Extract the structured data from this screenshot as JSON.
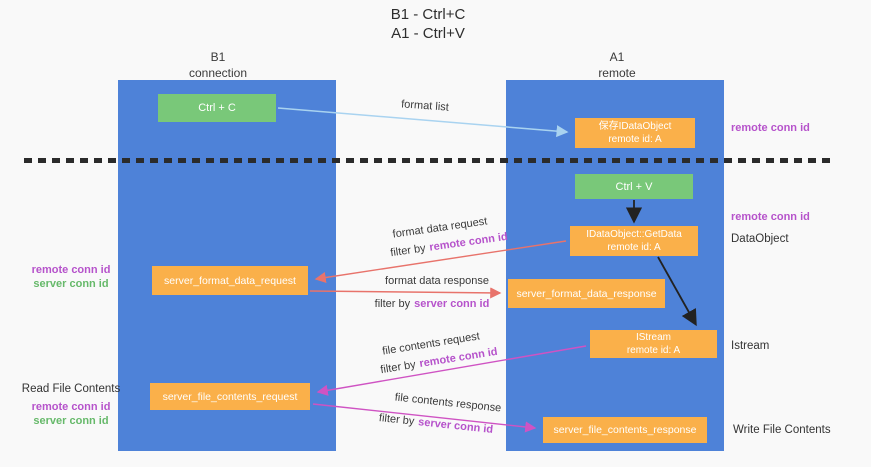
{
  "title": {
    "line1": "B1 - Ctrl+C",
    "line2": "A1 - Ctrl+V"
  },
  "lifelines": {
    "left": {
      "name": "B1",
      "role": "connection"
    },
    "right": {
      "name": "A1",
      "role": "remote"
    }
  },
  "boxes": {
    "ctrl_c": {
      "label": "Ctrl + C"
    },
    "ctrl_v": {
      "label": "Ctrl + V"
    },
    "saved_dataobject": {
      "line1": "保存IDataObject",
      "line2": "remote id: A"
    },
    "idataobject_getdata": {
      "line1": "IDataObject::GetData",
      "line2": "remote id: A"
    },
    "istream": {
      "line1": "IStream",
      "line2": "remote id: A"
    },
    "server_format_data_request": {
      "label": "server_format_data_request"
    },
    "server_format_data_response": {
      "label": "server_format_data_response"
    },
    "server_file_contents_request": {
      "label": "server_file_contents_request"
    },
    "server_file_contents_response": {
      "label": "server_file_contents_response"
    }
  },
  "arrow_labels": {
    "format_list": "format list",
    "format_data_request": "format data request",
    "format_data_response": "format data response",
    "file_contents_request": "file contents request",
    "file_contents_response": "file contents response",
    "filter_by": "filter by",
    "remote_conn_id": "remote conn id",
    "server_conn_id": "server conn id"
  },
  "annotations": {
    "right": {
      "remote_conn_id_top": "remote conn id",
      "remote_conn_id_mid": "remote conn id",
      "dataobject": "DataObject",
      "istream": "Istream",
      "write_file_contents": "Write File Contents"
    },
    "left": {
      "remote_conn_id_mid": "remote conn id",
      "server_conn_id_mid": "server conn id",
      "read_file_contents": "Read File Contents",
      "remote_conn_id_bottom": "remote conn id",
      "server_conn_id_bottom": "server conn id"
    }
  },
  "colors": {
    "lifeline_blue": "#4e82d8",
    "box_orange": "#fab04a",
    "box_green": "#79c879",
    "arrow_light_blue": "#a9d3f0",
    "arrow_red": "#e8736b",
    "arrow_magenta": "#cf53c3",
    "arrow_black": "#222222",
    "conn_id_purple": "#b653cb",
    "conn_id_green": "#66b96a"
  }
}
